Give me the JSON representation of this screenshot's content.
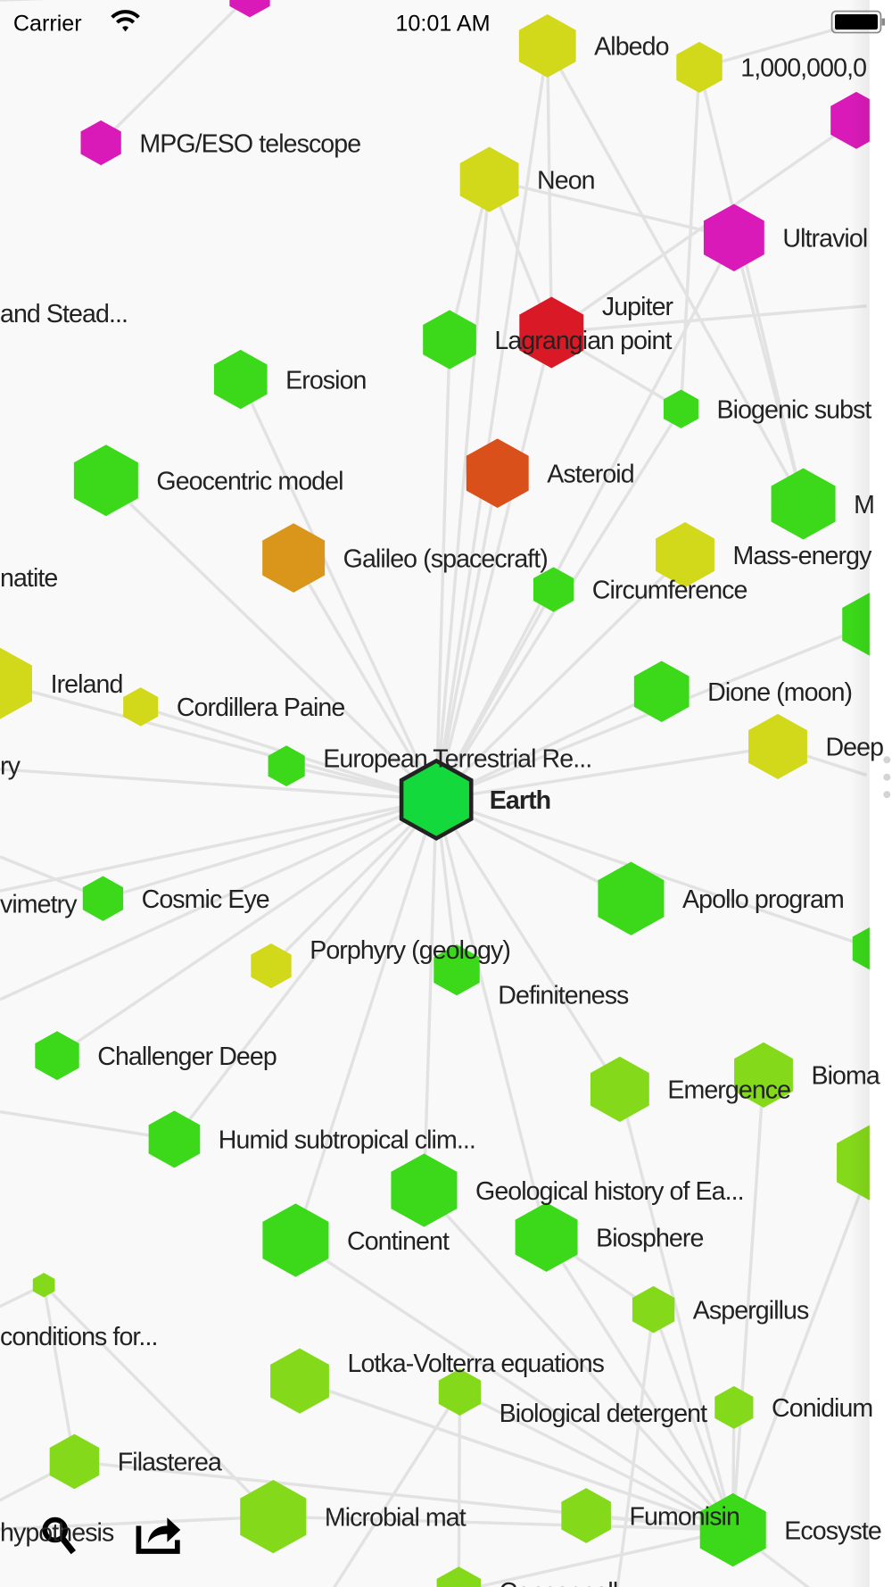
{
  "status_bar": {
    "carrier": "Carrier",
    "time": "10:01 AM"
  },
  "colors": {
    "background": "#f9f9f9",
    "edge": "#e2e2e2",
    "yellow": "#d1d91a",
    "magenta": "#d91ab8",
    "green": "#3bd91a",
    "light_green": "#84d91a",
    "red": "#d91a26",
    "orange_red": "#d9501a",
    "orange": "#d9961a",
    "earth": "#14d93c"
  },
  "graph": {
    "center": "Earth",
    "nodes": [
      {
        "label": "",
        "color": "magenta"
      },
      {
        "label": "Albedo",
        "color": "yellow"
      },
      {
        "label": "1,000,000,0",
        "color": "yellow"
      },
      {
        "label": "",
        "color": "magenta"
      },
      {
        "label": "MPG/ESO telescope",
        "color": "magenta"
      },
      {
        "label": "Neon",
        "color": "yellow"
      },
      {
        "label": "Ultraviol",
        "color": "magenta"
      },
      {
        "label": "and Stead...",
        "color": ""
      },
      {
        "label": "Lagrangian point",
        "color": "green"
      },
      {
        "label": "Jupiter",
        "color": "red"
      },
      {
        "label": "Erosion",
        "color": "green"
      },
      {
        "label": "Biogenic subst",
        "color": "green"
      },
      {
        "label": "Asteroid",
        "color": "orange_red"
      },
      {
        "label": "Geocentric model",
        "color": "green"
      },
      {
        "label": "M",
        "color": "green"
      },
      {
        "label": "Galileo (spacecraft)",
        "color": "orange"
      },
      {
        "label": "Mass-energy",
        "color": "yellow"
      },
      {
        "label": "natite",
        "color": ""
      },
      {
        "label": "Circumference",
        "color": "green"
      },
      {
        "label": "",
        "color": "green"
      },
      {
        "label": "Ireland",
        "color": "yellow"
      },
      {
        "label": "Cordillera Paine",
        "color": "yellow"
      },
      {
        "label": "Dione (moon)",
        "color": "green"
      },
      {
        "label": "Deep",
        "color": "yellow"
      },
      {
        "label": "ry",
        "color": ""
      },
      {
        "label": "European Terrestrial Re...",
        "color": "green"
      },
      {
        "label": "Earth",
        "color": "earth"
      },
      {
        "label": "vimetry",
        "color": ""
      },
      {
        "label": "Cosmic Eye",
        "color": "green"
      },
      {
        "label": "Apollo program",
        "color": "green"
      },
      {
        "label": "",
        "color": "green"
      },
      {
        "label": "Porphyry (geology)",
        "color": "yellow"
      },
      {
        "label": "Definiteness",
        "color": "green"
      },
      {
        "label": "Challenger Deep",
        "color": "green"
      },
      {
        "label": "Emergence",
        "color": "light_green"
      },
      {
        "label": "Bioma",
        "color": "light_green"
      },
      {
        "label": "",
        "color": "light_green"
      },
      {
        "label": "Humid subtropical clim...",
        "color": "green"
      },
      {
        "label": "Geological history of Ea...",
        "color": "green"
      },
      {
        "label": "Continent",
        "color": "green"
      },
      {
        "label": "Biosphere",
        "color": "green"
      },
      {
        "label": "",
        "color": "light_green"
      },
      {
        "label": "conditions for...",
        "color": ""
      },
      {
        "label": "Aspergillus",
        "color": "light_green"
      },
      {
        "label": "Lotka-Volterra equations",
        "color": "light_green"
      },
      {
        "label": "Biological detergent",
        "color": "light_green"
      },
      {
        "label": "Conidium",
        "color": "light_green"
      },
      {
        "label": "Filasterea",
        "color": "light_green"
      },
      {
        "label": "Microbial mat",
        "color": "light_green"
      },
      {
        "label": "Fumonisin",
        "color": "light_green"
      },
      {
        "label": "Ecosyste",
        "color": "green"
      },
      {
        "label": "Cancer cell",
        "color": "light_green"
      },
      {
        "label": "hypothesis",
        "color": ""
      }
    ],
    "edges": [
      [
        26,
        5
      ],
      [
        26,
        9
      ],
      [
        26,
        8
      ],
      [
        26,
        10
      ],
      [
        26,
        12
      ],
      [
        26,
        13
      ],
      [
        26,
        15
      ],
      [
        26,
        18
      ],
      [
        26,
        21
      ],
      [
        26,
        22
      ],
      [
        26,
        23
      ],
      [
        26,
        25
      ],
      [
        26,
        28
      ],
      [
        26,
        29
      ],
      [
        26,
        31
      ],
      [
        26,
        32
      ],
      [
        26,
        33
      ],
      [
        26,
        34
      ],
      [
        26,
        37
      ],
      [
        26,
        38
      ],
      [
        26,
        39
      ],
      [
        26,
        40
      ],
      [
        26,
        11
      ],
      [
        26,
        16
      ],
      [
        26,
        20
      ],
      [
        26,
        24
      ],
      [
        26,
        27
      ],
      [
        26,
        19
      ],
      [
        26,
        30
      ],
      [
        26,
        1
      ],
      [
        26,
        6
      ],
      [
        5,
        6
      ],
      [
        5,
        9
      ],
      [
        5,
        8
      ],
      [
        1,
        9
      ],
      [
        1,
        14
      ],
      [
        2,
        11
      ],
      [
        2,
        14
      ],
      [
        0,
        4
      ],
      [
        6,
        14
      ],
      [
        9,
        11
      ],
      [
        9,
        3
      ],
      [
        50,
        43
      ],
      [
        50,
        44
      ],
      [
        50,
        45
      ],
      [
        50,
        46
      ],
      [
        50,
        48
      ],
      [
        50,
        49
      ],
      [
        50,
        40
      ],
      [
        50,
        34
      ],
      [
        50,
        35
      ],
      [
        50,
        36
      ],
      [
        50,
        51
      ],
      [
        50,
        38
      ],
      [
        50,
        39
      ],
      [
        50,
        47
      ],
      [
        41,
        47
      ],
      [
        41,
        48
      ],
      [
        48,
        52
      ],
      [
        47,
        52
      ],
      [
        45,
        51
      ],
      [
        44,
        50
      ],
      [
        43,
        40
      ],
      [
        42,
        41
      ]
    ]
  },
  "toolbar": {
    "search_icon": "magnifying-glass",
    "share_icon": "share-arrow"
  },
  "side_handle": {
    "dots": 3
  }
}
